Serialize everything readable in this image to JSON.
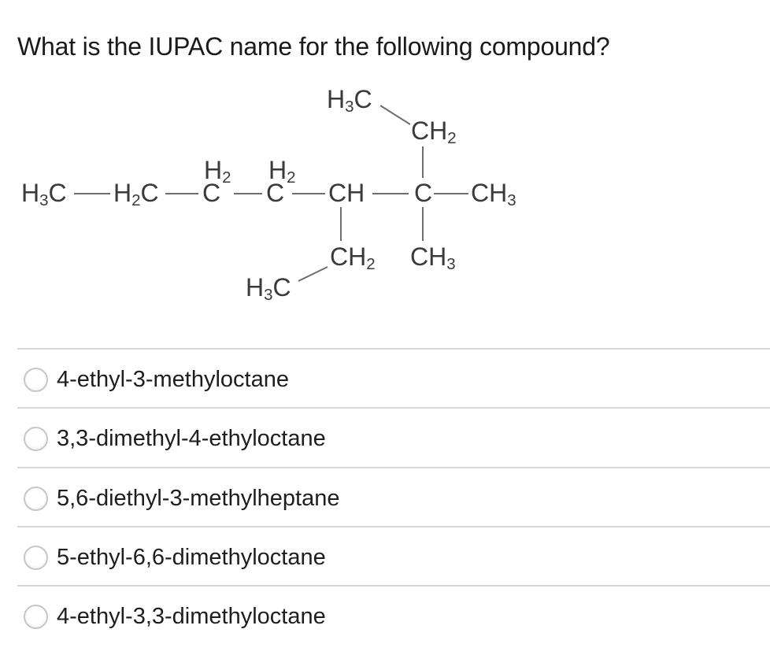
{
  "question": {
    "title": "What is the IUPAC name for the following compound?"
  },
  "structure": {
    "description": "skeletal formula of 4-ethyl-3,3-dimethyloctane drawn with condensed labels",
    "colors": {
      "atom_text": "#3a3a3a",
      "bond": "#6e6e6e"
    },
    "atoms": [
      {
        "id": "c1",
        "label": "H3C"
      },
      {
        "id": "c2",
        "label": "H2C"
      },
      {
        "id": "h2a",
        "label": "H2"
      },
      {
        "id": "c3",
        "label": "C"
      },
      {
        "id": "h2b",
        "label": "H2"
      },
      {
        "id": "c4",
        "label": "C"
      },
      {
        "id": "c5",
        "label": "CH"
      },
      {
        "id": "c6",
        "label": "C"
      },
      {
        "id": "c7",
        "label": "CH3"
      },
      {
        "id": "t1",
        "label": "H3C"
      },
      {
        "id": "t2",
        "label": "CH2"
      },
      {
        "id": "b1",
        "label": "CH2"
      },
      {
        "id": "b2",
        "label": "H3C"
      },
      {
        "id": "m1",
        "label": "CH3"
      }
    ]
  },
  "options": [
    {
      "label": "4-ethyl-3-methyloctane",
      "selected": false
    },
    {
      "label": "3,3-dimethyl-4-ethyloctane",
      "selected": false
    },
    {
      "label": "5,6-diethyl-3-methylheptane",
      "selected": false
    },
    {
      "label": "5-ethyl-6,6-dimethyloctane",
      "selected": false
    },
    {
      "label": "4-ethyl-3,3-dimethyloctane",
      "selected": false
    }
  ]
}
